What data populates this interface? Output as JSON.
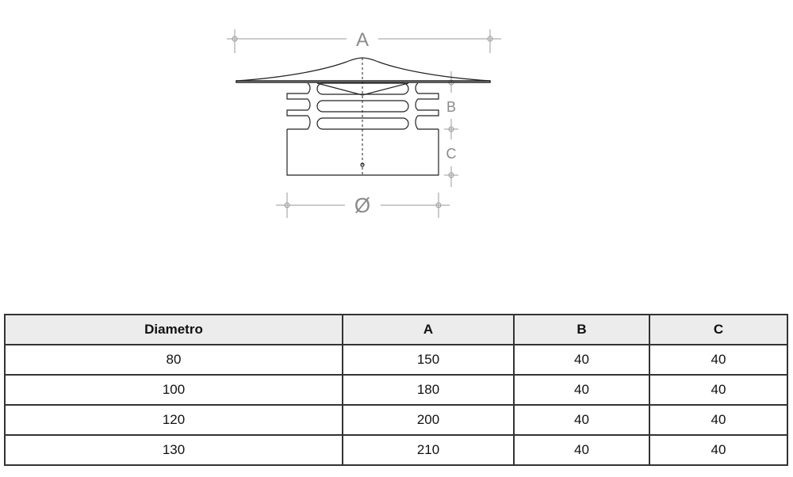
{
  "diagram": {
    "labels": {
      "A": "A",
      "B": "B",
      "C": "C",
      "diameter": "Ø"
    }
  },
  "table": {
    "headers": [
      "Diametro",
      "A",
      "B",
      "C"
    ],
    "rows": [
      [
        "80",
        "150",
        "40",
        "40"
      ],
      [
        "100",
        "180",
        "40",
        "40"
      ],
      [
        "120",
        "200",
        "40",
        "40"
      ],
      [
        "130",
        "210",
        "40",
        "40"
      ]
    ]
  }
}
